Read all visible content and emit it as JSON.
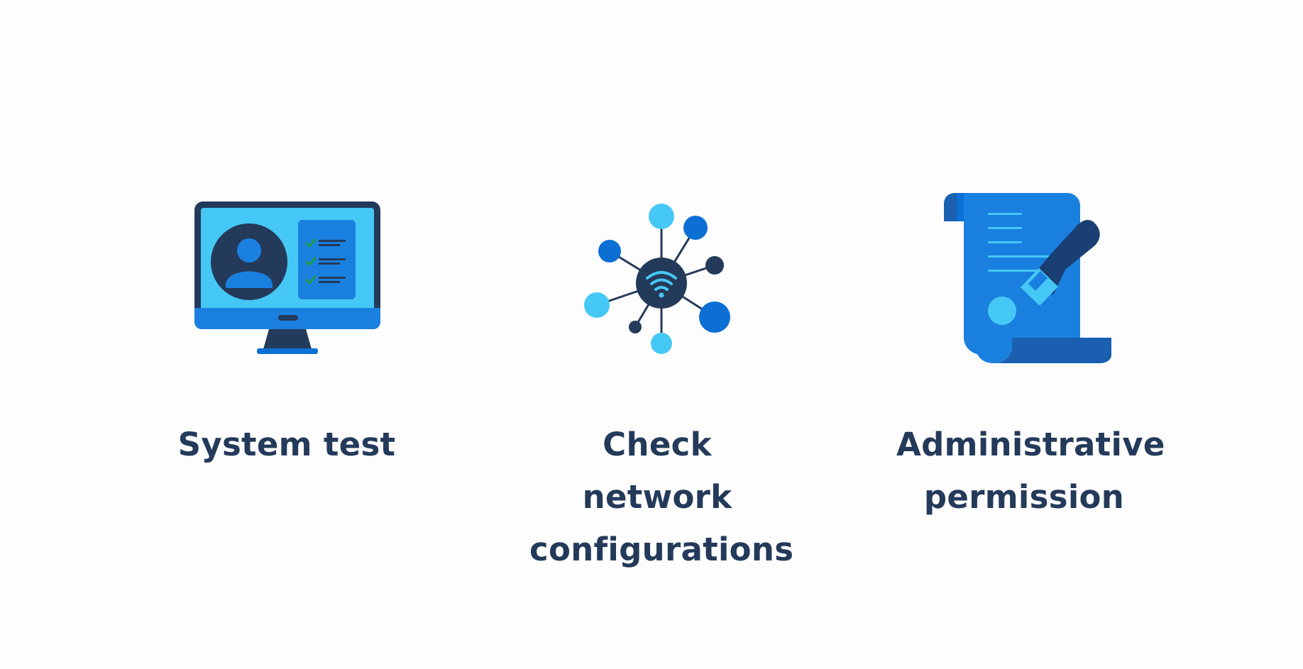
{
  "colors": {
    "background": "#fdfdfd",
    "text": "#243a5a",
    "navy": "#243a5a",
    "blue": "#0b6fd4",
    "mid_blue": "#1a80e0",
    "light_blue": "#45c8f5",
    "check_green": "#1f9a3c"
  },
  "items": [
    {
      "label": "System test",
      "icon": "computer-user-checklist-icon"
    },
    {
      "label": "Check network configurations",
      "icon": "network-hub-wifi-icon"
    },
    {
      "label": "Administrative permission",
      "icon": "scroll-stamp-icon"
    }
  ]
}
